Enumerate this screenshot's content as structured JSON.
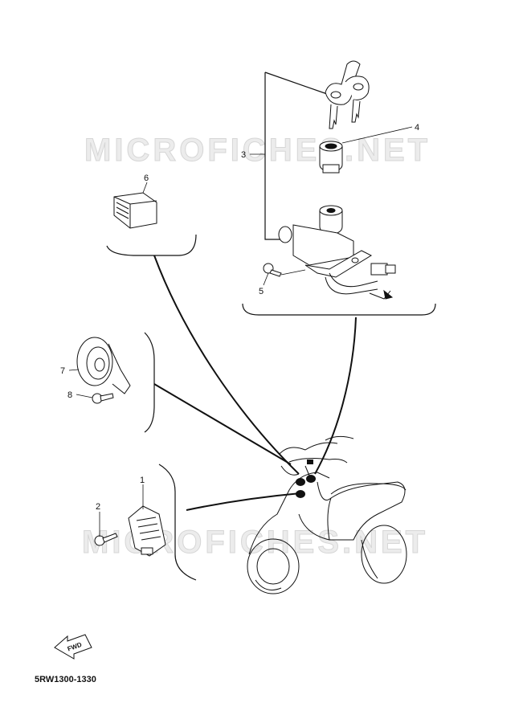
{
  "watermark": "MICROFICHES.NET",
  "diagram_code": "5RW1300-1330",
  "fwd_label": "FWD",
  "callouts": [
    "1",
    "2",
    "3",
    "4",
    "5",
    "6",
    "7",
    "8"
  ]
}
